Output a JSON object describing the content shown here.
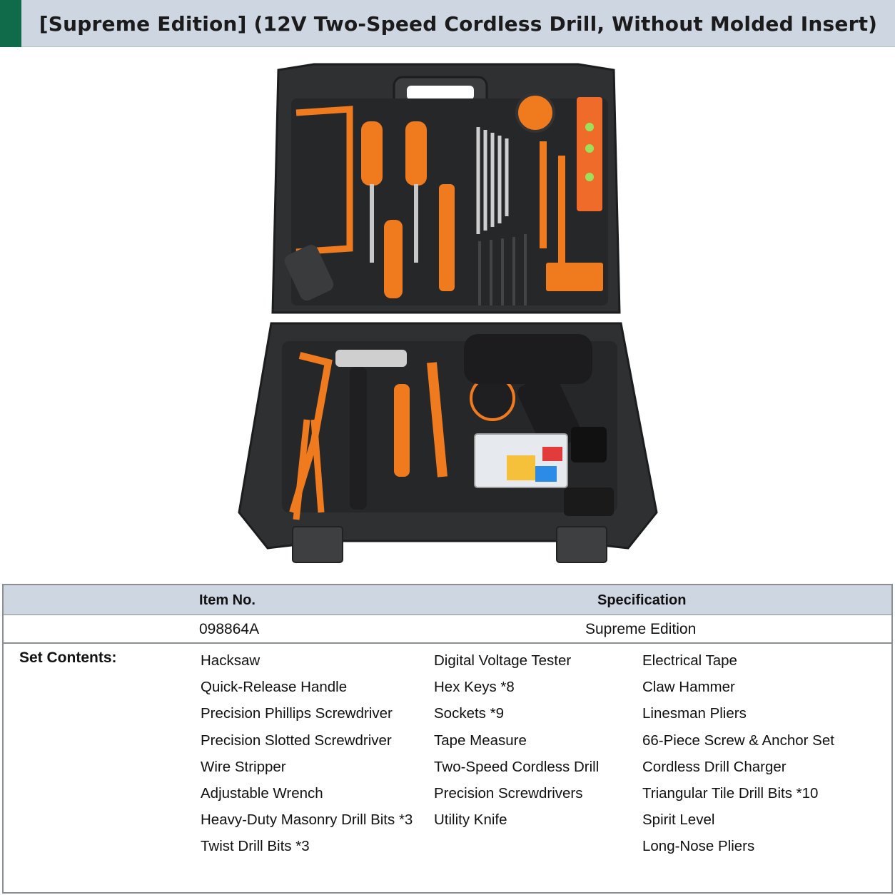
{
  "title": "[Supreme Edition]  (12V Two-Speed Cordless Drill, Without Molded Insert)",
  "colors": {
    "header_bg": "#cdd6e1",
    "accent": "#0f6b4a",
    "tool_orange": "#f07a1e",
    "case_dark": "#2f3032"
  },
  "table": {
    "item_no_header": "Item No.",
    "spec_header": "Specification",
    "item_no": "098864A",
    "spec": "Supreme Edition"
  },
  "set_contents": {
    "label": "Set Contents:",
    "col1": [
      "Hacksaw",
      "Quick-Release Handle",
      "Precision Phillips Screwdriver",
      "Precision Slotted Screwdriver",
      "Wire Stripper",
      "Adjustable Wrench",
      "Heavy-Duty Masonry Drill Bits *3",
      "Twist Drill Bits *3"
    ],
    "col2": [
      "Digital Voltage Tester",
      "Hex Keys *8",
      "Sockets *9",
      "Tape Measure",
      "Two-Speed Cordless Drill",
      "Precision Screwdrivers",
      "Utility Knife"
    ],
    "col3": [
      "Electrical Tape",
      "Claw Hammer",
      "Linesman Pliers",
      "66-Piece Screw & Anchor Set",
      "Cordless Drill Charger",
      "Triangular Tile Drill Bits *10",
      "Spirit Level",
      "Long-Nose Pliers"
    ]
  }
}
